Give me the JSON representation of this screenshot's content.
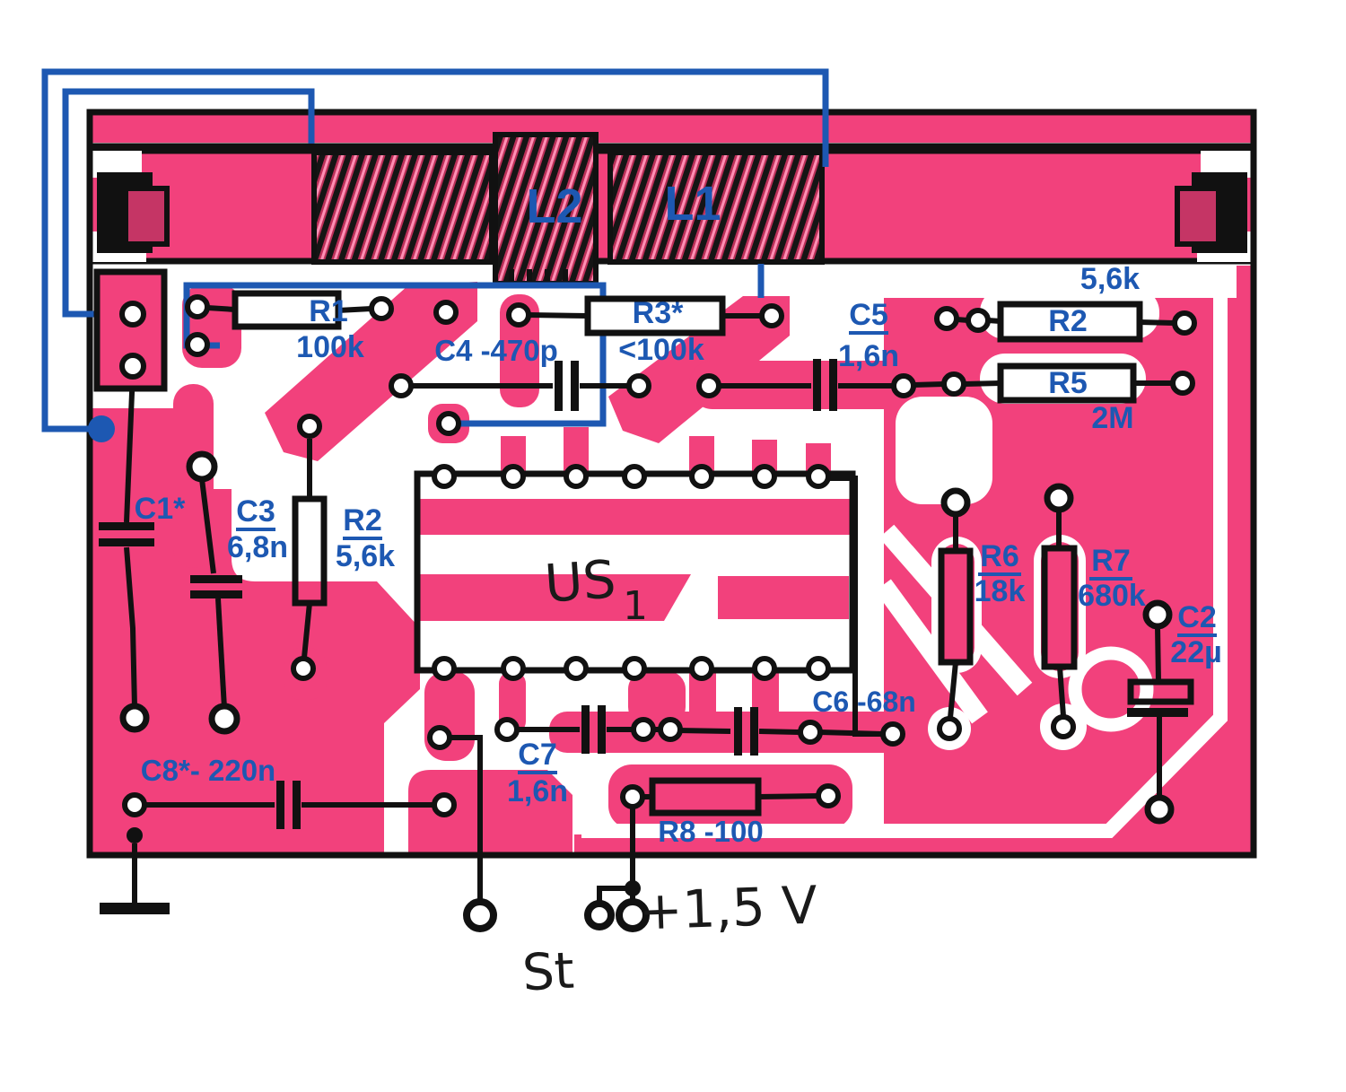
{
  "diagram": {
    "type": "pcb-component-layout",
    "colors": {
      "copper": "#f2417c",
      "winding": "#bb2f58",
      "label_blue": "#1d58b2",
      "outline": "#111111"
    }
  },
  "coils": {
    "l2": "L2",
    "l1": "L1"
  },
  "ic": {
    "name": "US",
    "index": "1"
  },
  "components": {
    "r1": {
      "d": "R1",
      "v": "100k"
    },
    "r3": {
      "d": "R3*",
      "v": "<100k"
    },
    "r2top": {
      "d": "R2",
      "v": "5,6k"
    },
    "r5": {
      "d": "R5",
      "v": "2M"
    },
    "c4": {
      "d": "C4 -470p"
    },
    "c5": {
      "d": "C5",
      "v": "1,6n"
    },
    "c1": {
      "d": "C1*"
    },
    "c3": {
      "d": "C3",
      "v": "6,8n"
    },
    "r2mid": {
      "d": "R2",
      "v": "5,6k"
    },
    "r6": {
      "d": "R6",
      "v": "18k"
    },
    "r7": {
      "d": "R7",
      "v": "680k"
    },
    "c2": {
      "d": "C2",
      "v": "22µ"
    },
    "c6": {
      "d": "C6 -68n"
    },
    "c7": {
      "d": "C7",
      "v": "1,6n"
    },
    "c8": {
      "d": "C8*- 220n"
    },
    "r8": {
      "d": "R8 -100"
    }
  },
  "terminals": {
    "switch": "St",
    "power": "+1,5 V"
  }
}
